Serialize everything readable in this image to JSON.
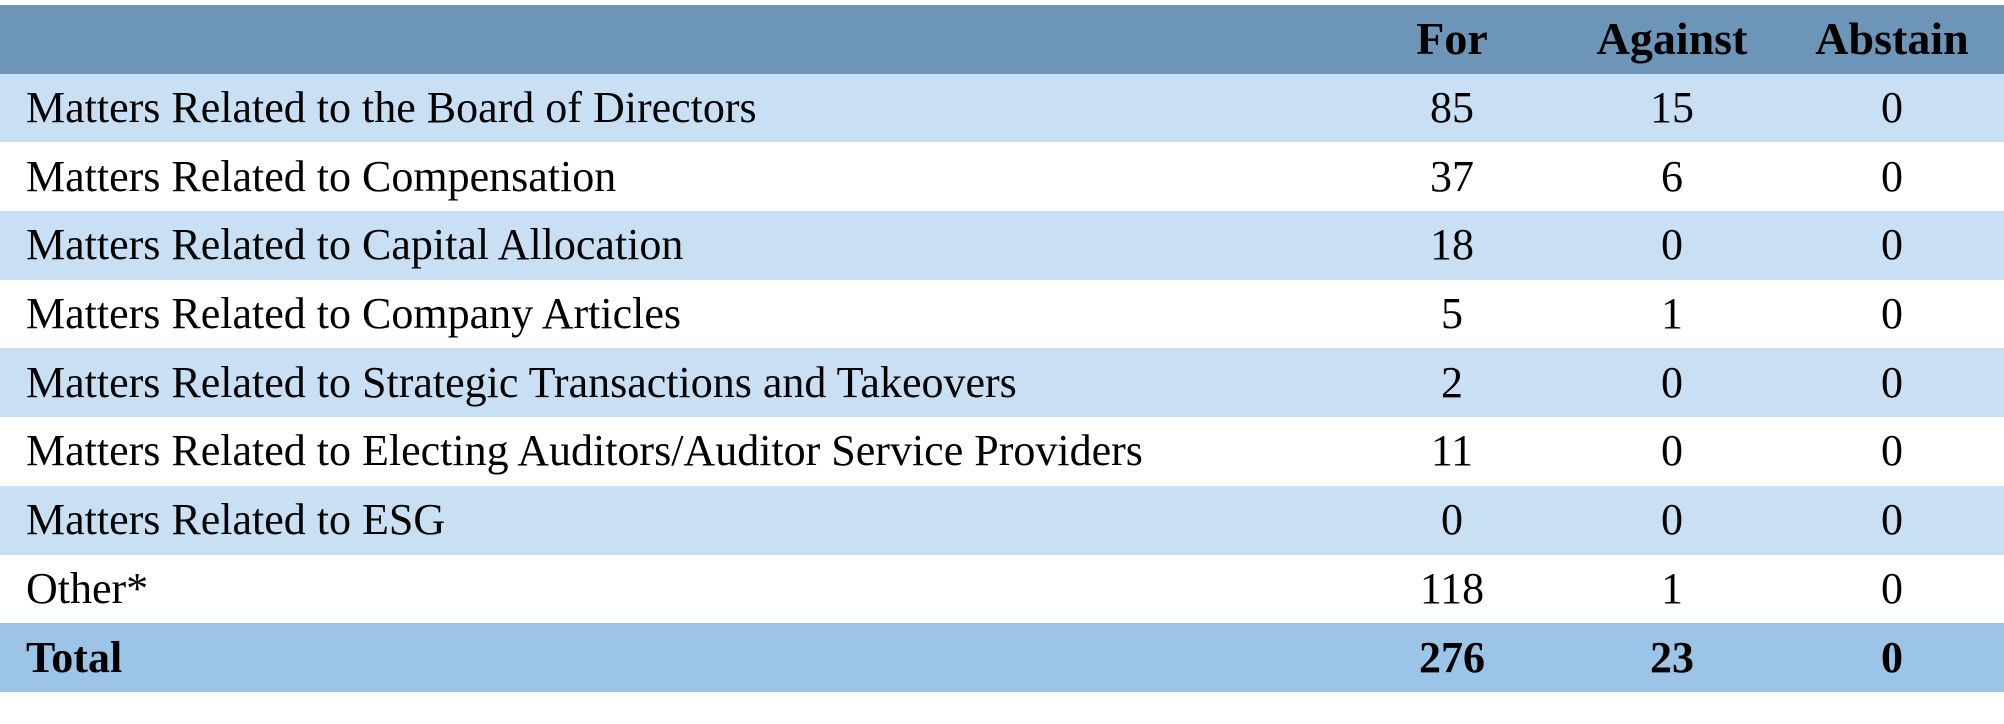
{
  "table": {
    "header": {
      "label": "",
      "for": "For",
      "against": "Against",
      "abstain": "Abstain"
    },
    "rows": [
      {
        "label": "Matters Related to the Board of Directors",
        "for": "85",
        "against": "15",
        "abstain": "0"
      },
      {
        "label": "Matters Related to Compensation",
        "for": "37",
        "against": "6",
        "abstain": "0"
      },
      {
        "label": "Matters Related to Capital Allocation",
        "for": "18",
        "against": "0",
        "abstain": "0"
      },
      {
        "label": "Matters Related to Company Articles",
        "for": "5",
        "against": "1",
        "abstain": "0"
      },
      {
        "label": "Matters Related to Strategic Transactions and Takeovers",
        "for": "2",
        "against": "0",
        "abstain": "0"
      },
      {
        "label": "Matters Related to Electing Auditors/Auditor Service Providers",
        "for": "11",
        "against": "0",
        "abstain": "0"
      },
      {
        "label": "Matters Related to ESG",
        "for": "0",
        "against": "0",
        "abstain": "0"
      },
      {
        "label": "Other*",
        "for": "118",
        "against": "1",
        "abstain": "0"
      }
    ],
    "total": {
      "label": "Total",
      "for": "276",
      "against": "23",
      "abstain": "0"
    }
  },
  "colors": {
    "header_bg": "#6d95b8",
    "shaded_row_bg": "#c9e0f4",
    "plain_row_bg": "#ffffff",
    "total_row_bg": "#9cc4e6"
  }
}
